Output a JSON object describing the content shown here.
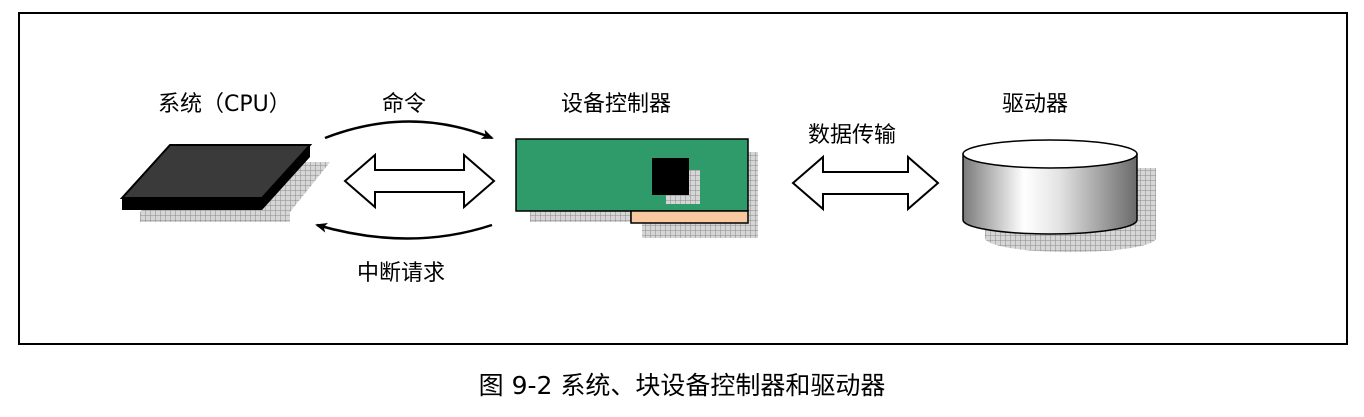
{
  "diagram": {
    "labels": {
      "cpu": "系统（CPU）",
      "command": "命令",
      "controller": "设备控制器",
      "data_transfer": "数据传输",
      "drive": "驱动器",
      "interrupt": "中断请求"
    }
  },
  "caption": "图 9-2 系统、块设备控制器和驱动器",
  "colors": {
    "cpu_top": "#3a3a3a",
    "cpu_edge": "#000000",
    "shadow_grid": "#9a9a9a",
    "card": "#2f9a6a",
    "card_connector": "#f8c8a0",
    "chip": "#000000",
    "disk_body_light": "#ffffff",
    "disk_body_dark": "#808080"
  }
}
